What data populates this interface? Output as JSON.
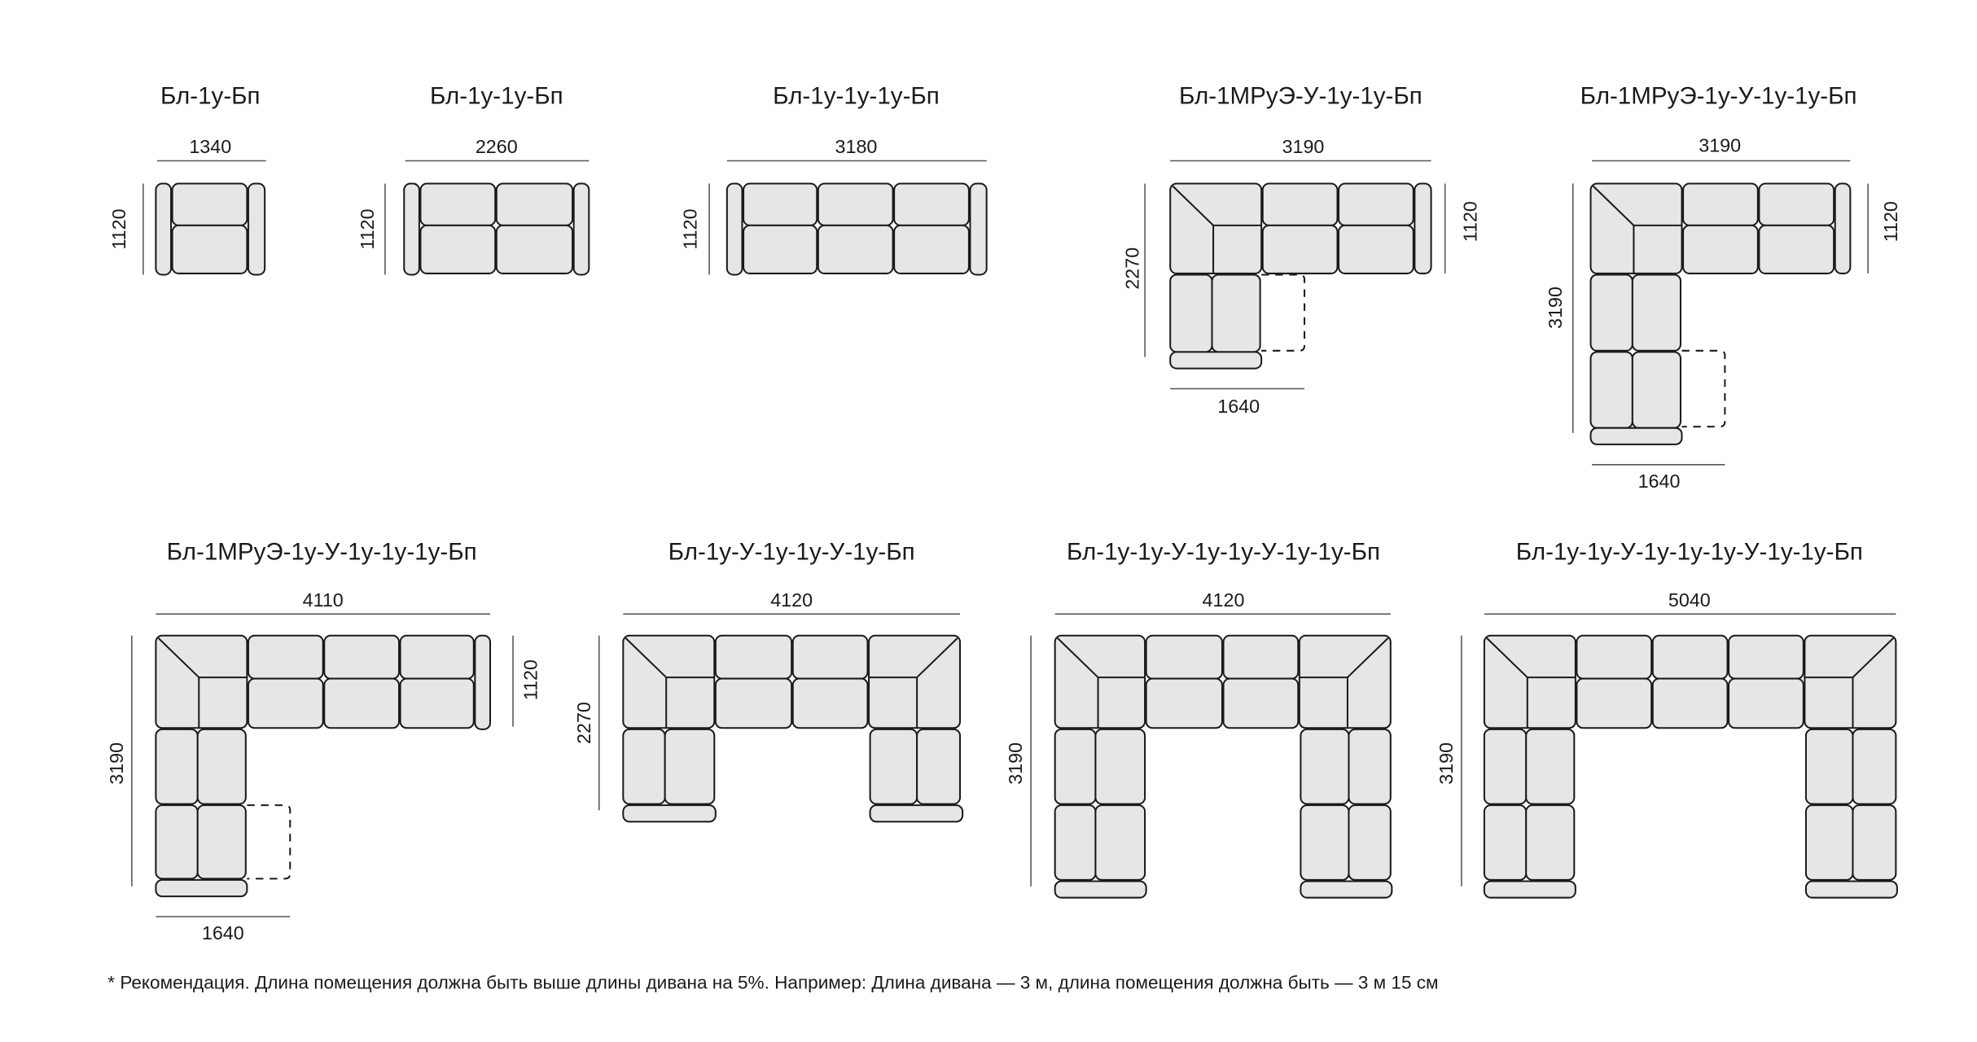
{
  "sofas": [
    {
      "title": "Бл-1у-Бп",
      "width": "1340",
      "depth": "1120"
    },
    {
      "title": "Бл-1у-1у-Бп",
      "width": "2260",
      "depth": "1120"
    },
    {
      "title": "Бл-1у-1у-1у-Бп",
      "width": "3180",
      "depth": "1120"
    },
    {
      "title": "Бл-1МРуЭ-У-1у-1у-Бп",
      "width": "3190",
      "depth": "1120",
      "length": "2270",
      "chaise": "1640"
    },
    {
      "title": "Бл-1МРуЭ-1у-У-1у-1у-Бп",
      "width": "3190",
      "depth": "1120",
      "length": "3190",
      "chaise": "1640"
    },
    {
      "title": "Бл-1МРуЭ-1у-У-1у-1у-1у-Бп",
      "width": "4110",
      "depth": "1120",
      "length": "3190",
      "chaise": "1640"
    },
    {
      "title": "Бл-1у-У-1у-1у-У-1у-Бп",
      "width": "4120",
      "length": "2270"
    },
    {
      "title": "Бл-1у-1у-У-1у-1у-У-1у-1у-Бп",
      "width": "4120",
      "length": "3190"
    },
    {
      "title": "Бл-1у-1у-У-1у-1у-1у-У-1у-1у-Бп",
      "width": "5040",
      "length": "3190"
    }
  ],
  "footnote": "* Рекомендация. Длина помещения должна быть выше длины дивана на 5%. Например: Длина дивана — 3 м, длина помещения должна быть — 3 м 15 см",
  "colors": {
    "stroke": "#1a1a1a",
    "fill": "#e6e6e6",
    "dimline": "#555555"
  }
}
